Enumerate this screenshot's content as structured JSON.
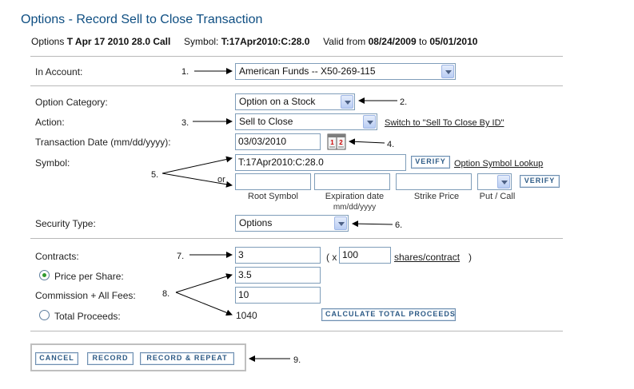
{
  "page": {
    "title": "Options - Record Sell to Close Transaction",
    "subline": {
      "prefix": "Options",
      "option_name": "T Apr 17 2010 28.0 Call",
      "symbol_label": "Symbol:",
      "symbol_value": "T:17Apr2010:C:28.0",
      "valid_from_label": "Valid from",
      "valid_from": "08/24/2009",
      "to_label": "to",
      "valid_to": "05/01/2010"
    }
  },
  "form": {
    "account": {
      "label": "In Account:",
      "value": "American Funds -- X50-269-115"
    },
    "option_category": {
      "label": "Option Category:",
      "value": "Option on a Stock"
    },
    "action": {
      "label": "Action:",
      "value": "Sell to Close",
      "switch_link": "Switch to \"Sell To Close By ID\""
    },
    "transaction_date": {
      "label": "Transaction Date (mm/dd/yyyy):",
      "value": "03/03/2010"
    },
    "symbol": {
      "label": "Symbol:",
      "value": "T:17Apr2010:C:28.0",
      "verify": "VERIFY",
      "lookup_link": "Option Symbol Lookup",
      "or_label": "or",
      "root_caption": "Root Symbol",
      "expiration_caption_1": "Expiration date",
      "expiration_caption_2": "mm/dd/yyyy",
      "strike_caption": "Strike Price",
      "putcall_caption": "Put / Call",
      "verify2": "VERIFY"
    },
    "security_type": {
      "label": "Security Type:",
      "value": "Options"
    },
    "contracts": {
      "label": "Contracts:",
      "value": "3",
      "open_paren_x": "( x",
      "multiplier": "100",
      "shares_link": "shares/contract",
      "close_paren": ")"
    },
    "price_per_share": {
      "label": "Price per Share:",
      "value": "3.5"
    },
    "commission": {
      "label": "Commission + All Fees:",
      "value": "10"
    },
    "total_proceeds": {
      "label": "Total Proceeds:",
      "value": "1040",
      "calc_button": "CALCULATE TOTAL PROCEEDS"
    }
  },
  "buttons": {
    "cancel": "CANCEL",
    "record": "RECORD",
    "record_repeat": "RECORD & REPEAT"
  },
  "annotations": [
    "1.",
    "2.",
    "3.",
    "4.",
    "5.",
    "6.",
    "7.",
    "8.",
    "9."
  ]
}
